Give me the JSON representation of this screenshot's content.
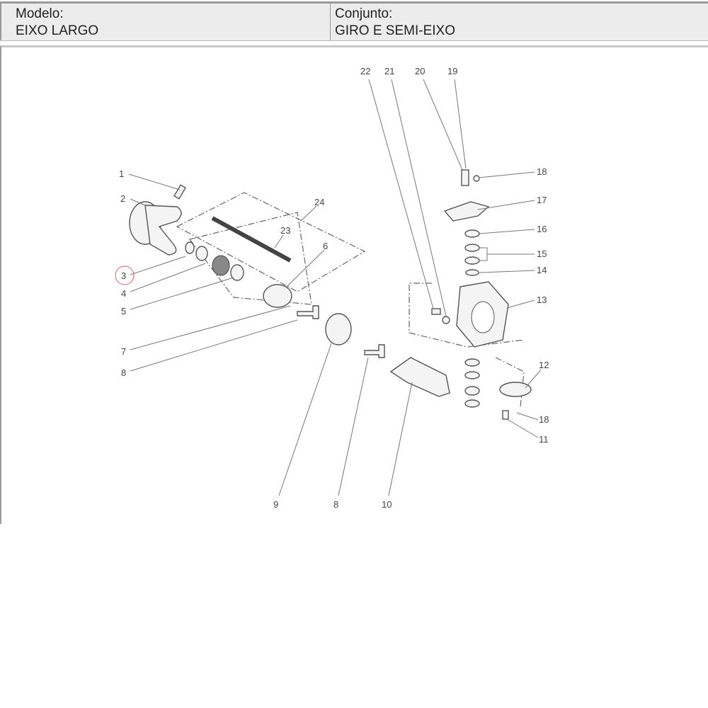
{
  "header": {
    "model_label": "Modelo:",
    "model_value": "EIXO LARGO",
    "assembly_label": "Conjunto:",
    "assembly_value": "GIRO E SEMI-EIXO"
  },
  "diagram": {
    "callouts": [
      "1",
      "2",
      "3",
      "4",
      "5",
      "6",
      "7",
      "8",
      "24",
      "23",
      "22",
      "21",
      "20",
      "19",
      "18",
      "17",
      "16",
      "15",
      "14",
      "13",
      "12",
      "18",
      "11",
      "9",
      "8",
      "10"
    ],
    "highlighted_callout": "3",
    "highlight_color": "#e06060"
  }
}
